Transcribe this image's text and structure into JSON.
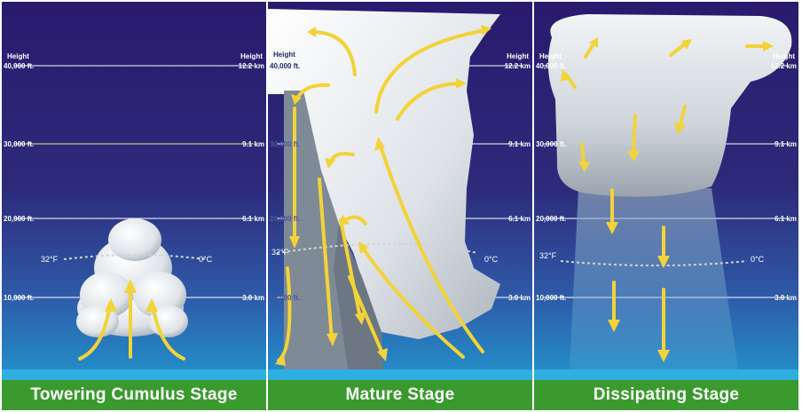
{
  "panels": [
    {
      "stage": "Towering Cumulus Stage",
      "height_left": "Height",
      "height_right": "Height",
      "levels": [
        {
          "ft": "40,000 ft.",
          "km": "12.2 km"
        },
        {
          "ft": "30,000 ft.",
          "km": "9.1 km"
        },
        {
          "ft": "20,000 ft.",
          "km": "6.1 km"
        },
        {
          "ft": "10,000 ft.",
          "km": "3.0 km"
        }
      ],
      "freeze_f": "32°F",
      "freeze_c": "0°C"
    },
    {
      "stage": "Mature Stage",
      "height_left": "Height",
      "height_right": "Height",
      "levels": [
        {
          "ft": "40,000 ft.",
          "km": "12.2 km"
        },
        {
          "ft": "30,000 ft.",
          "km": "9.1 km"
        },
        {
          "ft": "20,000 ft.",
          "km": "6.1 km"
        },
        {
          "ft": "10,000 ft.",
          "km": "3.0 km"
        }
      ],
      "freeze_f": "32°F",
      "freeze_c": "0°C"
    },
    {
      "stage": "Dissipating Stage",
      "height_left": "Height",
      "height_right": "Height",
      "levels": [
        {
          "ft": "40,000 ft.",
          "km": "12.2 km"
        },
        {
          "ft": "30,000 ft.",
          "km": "9.1 km"
        },
        {
          "ft": "20,000 ft.",
          "km": "6.1 km"
        },
        {
          "ft": "10,000 ft.",
          "km": "3.0 km"
        }
      ],
      "freeze_f": "32°F",
      "freeze_c": "0°C"
    }
  ],
  "colors": {
    "sky_top": "#2a1a6e",
    "sky_bottom": "#1f9fd4",
    "ground": "#3a9a2e",
    "arrow": "#f2d338",
    "cloud": "#e8ecef",
    "rain": "#7e8a96"
  }
}
